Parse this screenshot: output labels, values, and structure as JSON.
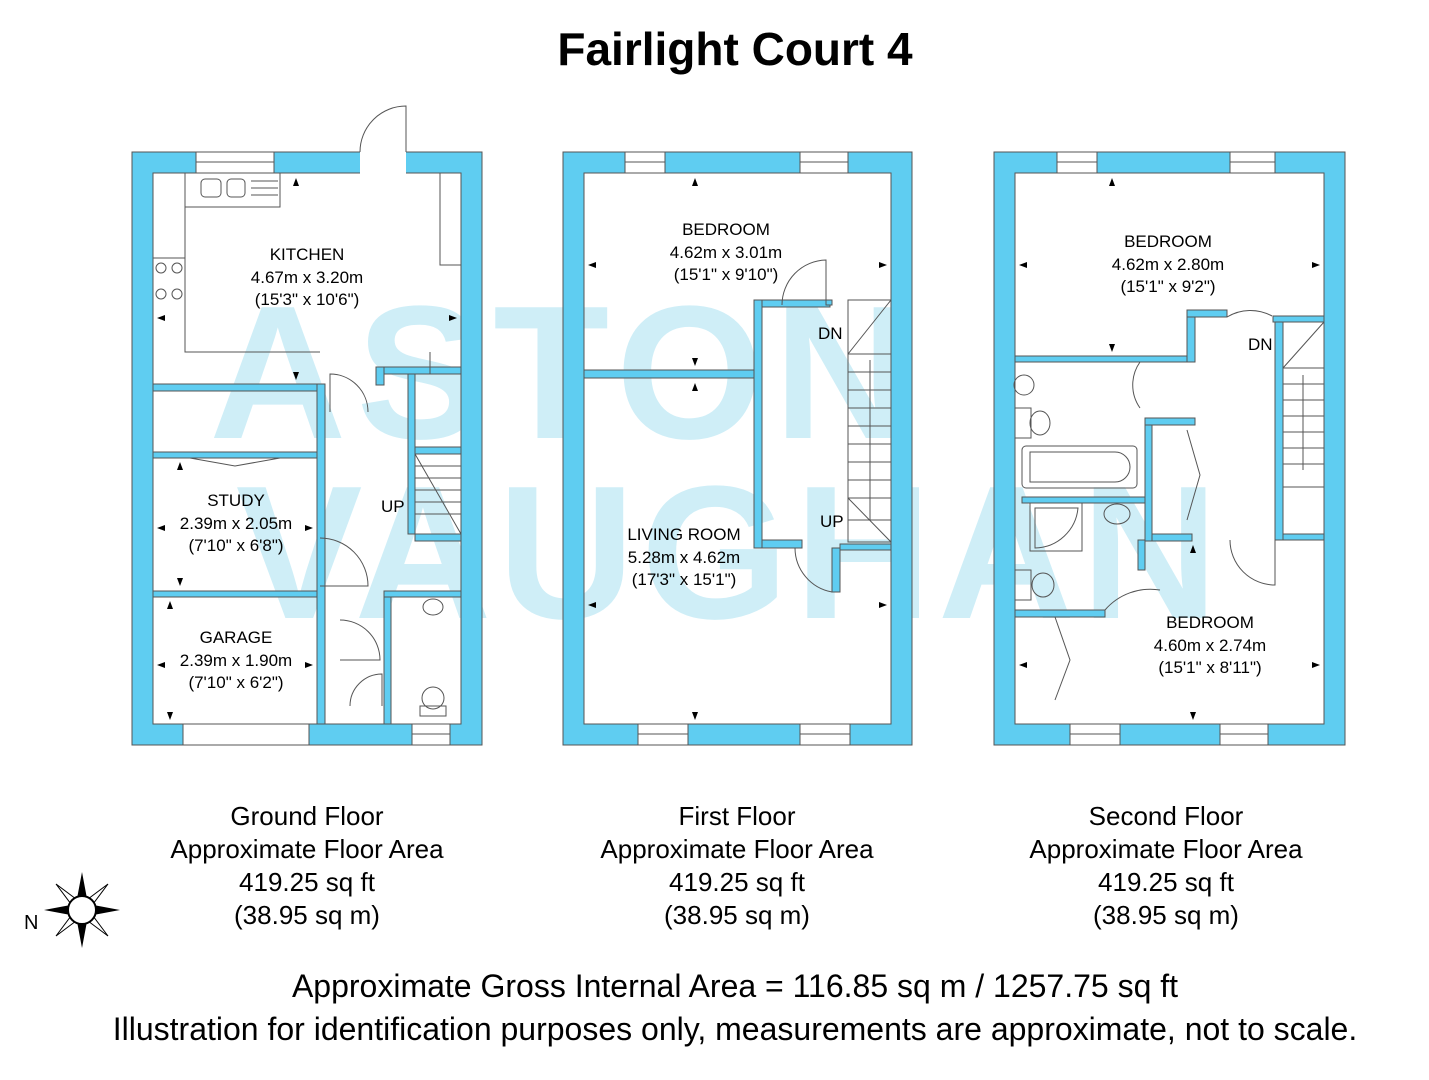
{
  "title": "Fairlight Court 4",
  "brand": {
    "watermark_line1": "ASTON",
    "watermark_line2": "VAUGHAN",
    "wall_color": "#5fcdf1",
    "watermark_color": "#bfe9f5"
  },
  "floors": [
    {
      "name": "Ground Floor",
      "area_label": "Approximate Floor Area",
      "area_sqft": "419.25 sq ft",
      "area_sqm": "(38.95 sq m)",
      "rooms": [
        {
          "name": "KITCHEN",
          "size_m": "4.67m x 3.20m",
          "size_ft": "(15'3\" x 10'6\")"
        },
        {
          "name": "STUDY",
          "size_m": "2.39m x 2.05m",
          "size_ft": "(7'10\" x 6'8\")"
        },
        {
          "name": "GARAGE",
          "size_m": "2.39m x 1.90m",
          "size_ft": "(7'10\" x 6'2\")"
        }
      ],
      "stair_labels": [
        "UP"
      ]
    },
    {
      "name": "First Floor",
      "area_label": "Approximate Floor Area",
      "area_sqft": "419.25 sq ft",
      "area_sqm": "(38.95 sq m)",
      "rooms": [
        {
          "name": "BEDROOM",
          "size_m": "4.62m x 3.01m",
          "size_ft": "(15'1\" x 9'10\")"
        },
        {
          "name": "LIVING ROOM",
          "size_m": "5.28m x 4.62m",
          "size_ft": "(17'3\" x 15'1\")"
        }
      ],
      "stair_labels": [
        "DN",
        "UP"
      ]
    },
    {
      "name": "Second Floor",
      "area_label": "Approximate Floor Area",
      "area_sqft": "419.25 sq ft",
      "area_sqm": "(38.95 sq m)",
      "rooms": [
        {
          "name": "BEDROOM",
          "size_m": "4.62m x 2.80m",
          "size_ft": "(15'1\" x 9'2\")"
        },
        {
          "name": "BEDROOM",
          "size_m": "4.60m x 2.74m",
          "size_ft": "(15'1\" x 8'11\")"
        }
      ],
      "stair_labels": [
        "DN"
      ]
    }
  ],
  "compass": {
    "north_label": "N"
  },
  "footer": {
    "gross_area": "Approximate Gross Internal Area = 116.85 sq m / 1257.75 sq ft",
    "disclaimer": "Illustration for identification purposes only, measurements are approximate, not to scale."
  }
}
